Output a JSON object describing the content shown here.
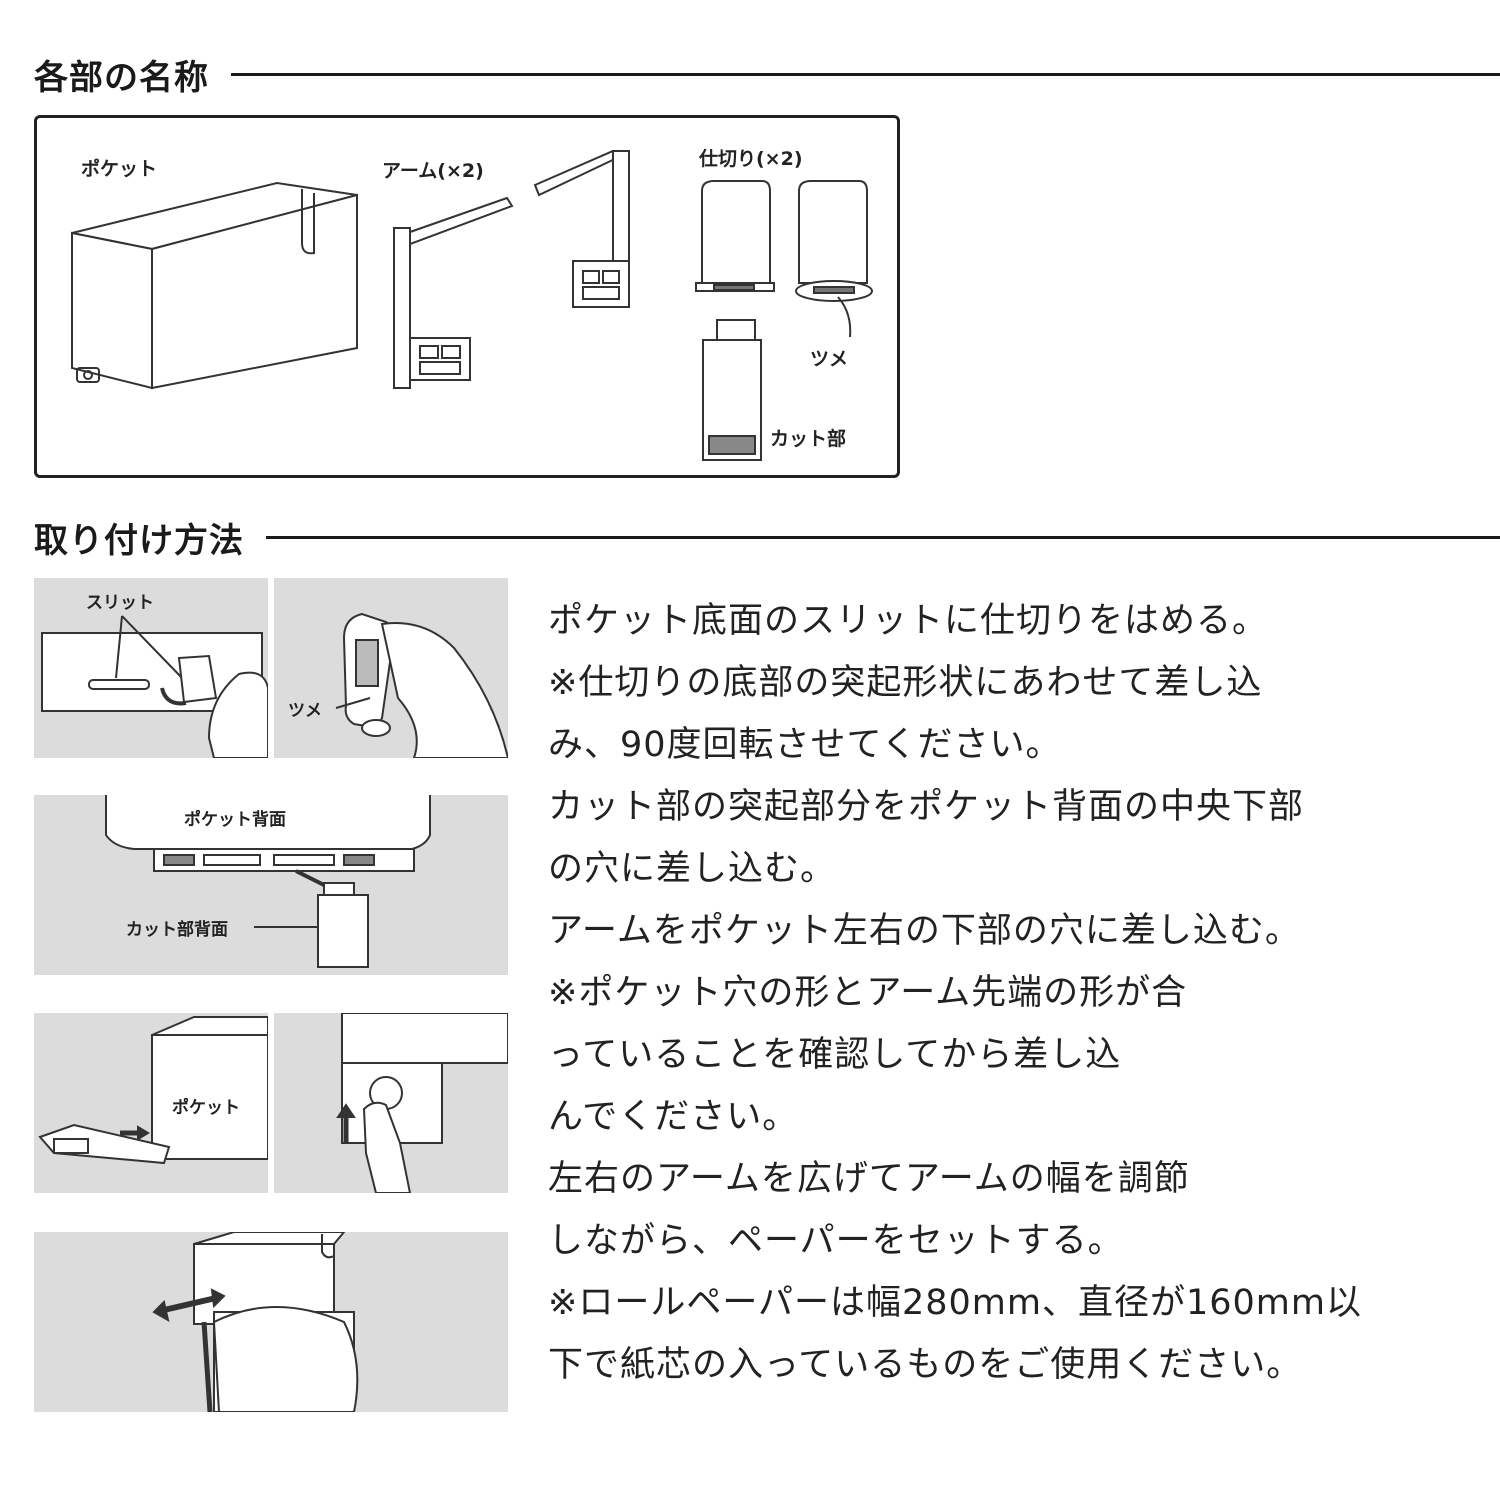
{
  "parts_section": {
    "title": "各部の名称",
    "labels": {
      "pocket": "ポケット",
      "arm": "アーム(×2)",
      "divider": "仕切り(×2)",
      "tab": "ツメ",
      "cut": "カット部"
    }
  },
  "install_section": {
    "title": "取り付け方法",
    "panel_labels": {
      "slit": "スリット",
      "tab": "ツメ",
      "pocket_back": "ポケット背面",
      "cut_back": "カット部背面",
      "pocket": "ポケット"
    },
    "lines": [
      "ポケット底面のスリットに仕切りをはめる。",
      "※仕切りの底部の突起形状にあわせて差し込",
      "み、90度回転させてください。",
      "カット部の突起部分をポケット背面の中央下部",
      "の穴に差し込む。",
      "アームをポケット左右の下部の穴に差し込む。",
      "※ポケット穴の形とアーム先端の形が合",
      "っていることを確認してから差し込",
      "んでください。",
      "左右のアームを広げてアームの幅を調節",
      "しながら、ペーパーをセットする。",
      "※ロールペーパーは幅280mm、直径が160mm以",
      "下で紙芯の入っているものをご使用ください。"
    ]
  }
}
